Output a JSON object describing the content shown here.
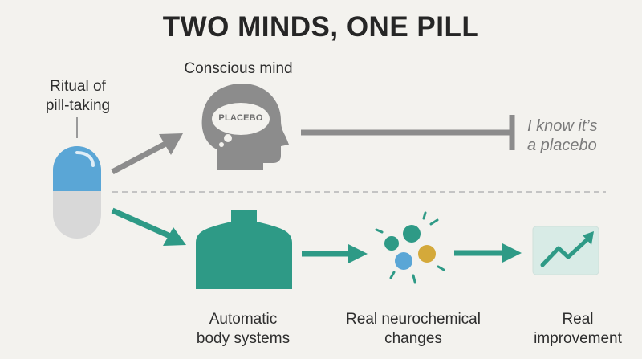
{
  "title": "TWO MINDS, ONE PILL",
  "labels": {
    "ritual": "Ritual of\npill-taking",
    "conscious_mind": "Conscious mind",
    "thought_bubble": "PLACEBO",
    "placebo_note": "I know it’s\na placebo",
    "automatic_body": "Automatic\nbody systems",
    "neurochemical": "Real neurochemical\nchanges",
    "improvement": "Real\nimprovement"
  },
  "colors": {
    "teal": "#2e9a86",
    "gray": "#8c8c8c",
    "pill_blue": "#5aa6d6",
    "pill_gray": "#d8d8d8",
    "dot_green": "#2e9a86",
    "dot_blue": "#5aa6d6",
    "dot_gold": "#d4a93a"
  },
  "icons": [
    "pill-icon",
    "head-icon",
    "body-icon",
    "molecules-icon",
    "trend-up-icon"
  ]
}
